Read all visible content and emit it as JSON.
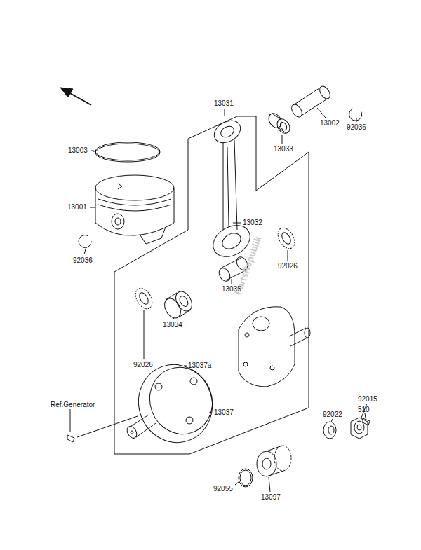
{
  "diagram": {
    "labels": [
      "13031",
      "13003",
      "13001",
      "92036",
      "13033",
      "13002",
      "92036",
      "13032",
      "92026",
      "13035",
      "13034",
      "92026",
      "13037a",
      "Ref.Generator",
      "13037",
      "510",
      "92022",
      "92015",
      "92055",
      "13097",
      "PartsRepublik"
    ]
  }
}
